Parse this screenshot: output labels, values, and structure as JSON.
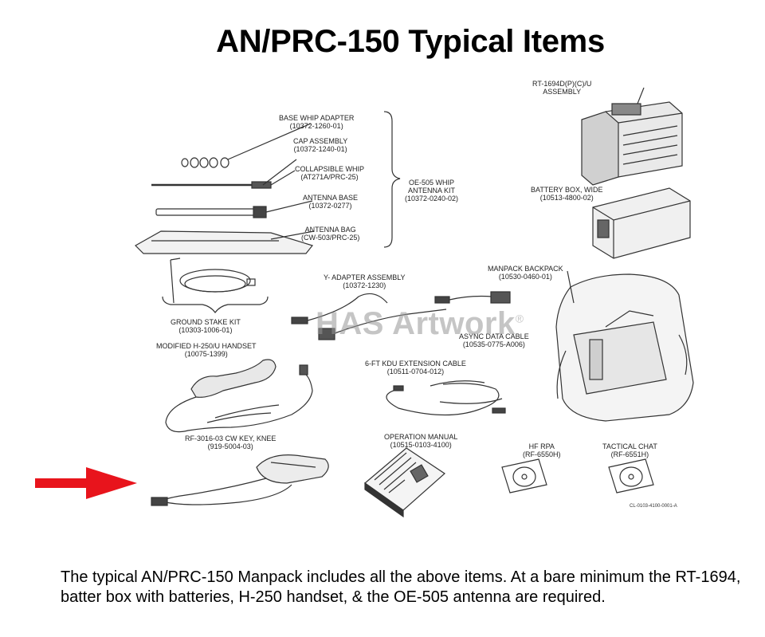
{
  "title": "AN/PRC-150 Typical Items",
  "items": {
    "base_whip_adapter": [
      "BASE WHIP ADAPTER",
      "(10372-1260-01)"
    ],
    "cap_assembly": [
      "CAP ASSEMBLY",
      "(10372-1240-01)"
    ],
    "collapsible_whip": [
      "COLLAPSIBLE WHIP",
      "(AT271A/PRC-25)"
    ],
    "antenna_base": [
      "ANTENNA BASE",
      "(10372-0277)"
    ],
    "antenna_bag": [
      "ANTENNA BAG",
      "(CW-503/PRC-25)"
    ],
    "oe505_kit": [
      "OE-505 WHIP",
      "ANTENNA KIT",
      "(10372-0240-02)"
    ],
    "rt1694": [
      "RT-1694D(P)(C)/U",
      "ASSEMBLY"
    ],
    "battery_box": [
      "BATTERY BOX, WIDE",
      "(10513-4800-02)"
    ],
    "ground_stake": [
      "GROUND STAKE KIT",
      "(10303-1006-01)"
    ],
    "y_adapter": [
      "Y- ADAPTER ASSEMBLY",
      "(10372-1230)"
    ],
    "manpack_backpack": [
      "MANPACK BACKPACK",
      "(10530-0460-01)"
    ],
    "async_cable": [
      "ASYNC DATA CABLE",
      "(10535-0775-A006)"
    ],
    "handset": [
      "MODIFIED H-250/U HANDSET",
      "(10075-1399)"
    ],
    "kdu_cable": [
      "6-FT KDU EXTENSION CABLE",
      "(10511-0704-012)"
    ],
    "cw_key": [
      "RF-3016-03 CW KEY, KNEE",
      "(919-5004-03)"
    ],
    "operation_manual": [
      "OPERATION MANUAL",
      "(10515-0103-4100)"
    ],
    "hf_rpa": [
      "HF RPA",
      "(RF-6550H)"
    ],
    "tactical_chat": [
      "TACTICAL CHAT",
      "(RF-6551H)"
    ]
  },
  "figure_id": "CL-0103-4100-0001-A",
  "watermark": {
    "text": "HAS Artwork",
    "mark": "®"
  },
  "caption": "The typical AN/PRC-150 Manpack includes all the above items.  At a bare minimum the RT-1694, batter box with batteries, H-250 handset, & the OE-505 antenna are required.",
  "colors": {
    "arrow": "#e8141c"
  }
}
